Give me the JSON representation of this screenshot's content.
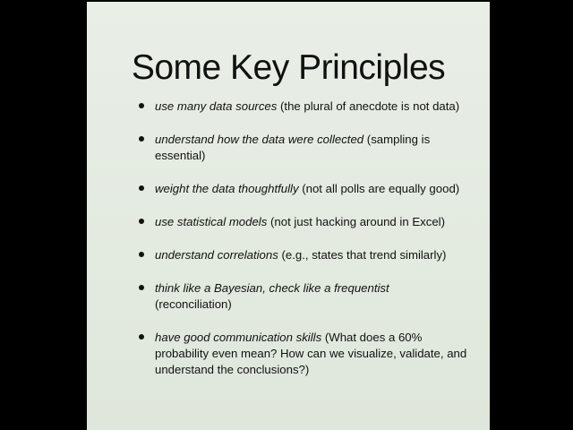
{
  "slide": {
    "title": "Some Key Principles",
    "bullets": [
      {
        "emphasis": "use many data sources",
        "rest": " (the plural of anecdote is not data)"
      },
      {
        "emphasis": "understand how the data were collected",
        "rest": " (sampling is essential)"
      },
      {
        "emphasis": "weight the data thoughtfully",
        "rest": " (not all polls are equally good)"
      },
      {
        "emphasis": "use statistical models",
        "rest": " (not just hacking around in Excel)"
      },
      {
        "emphasis": "understand correlations",
        "rest": " (e.g., states that trend similarly)"
      },
      {
        "emphasis": "think like a Bayesian, check like a frequentist",
        "rest": " (reconciliation)"
      },
      {
        "emphasis": "have good communication skills",
        "rest": " (What does a 60% probability even mean? How can we visualize, validate, and understand the conclusions?)"
      }
    ]
  },
  "colors": {
    "background": "#000000",
    "slide": "#e4ebe2",
    "text": "#111111"
  }
}
